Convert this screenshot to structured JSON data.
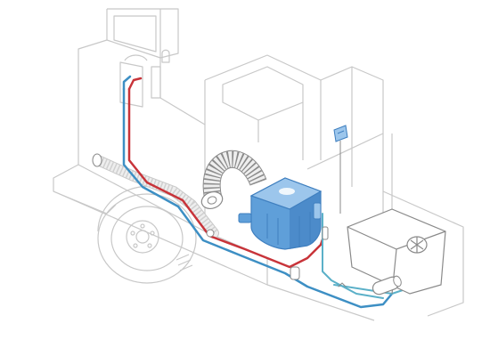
{
  "colors": {
    "background": "#ffffff",
    "outline": "#c8c8c8",
    "outline_dark": "#8a8a8a",
    "heater_blue": "#5f9fd9",
    "heater_blue_dark": "#3f7fbf",
    "heater_blue_light": "#9cc6ec",
    "pipe_red": "#c8343a",
    "pipe_blue": "#3d8fc4",
    "pipe_teal": "#5bb0c8",
    "duct_fill": "#eeeeee",
    "duct_stroke": "#7a7a7a",
    "flex_hose_stripe": "#d0d0d0"
  },
  "components": [
    {
      "name": "truck-body-outline",
      "icon": "truck-outline"
    },
    {
      "name": "cargo-box",
      "icon": "box-outline"
    },
    {
      "name": "rear-wheel",
      "icon": "wheel-outline"
    },
    {
      "name": "coolant-heater",
      "icon": "heater-unit"
    },
    {
      "name": "flexible-air-duct",
      "icon": "flex-duct"
    },
    {
      "name": "combustion-air-intake",
      "icon": "flex-hose"
    },
    {
      "name": "fuel-tank",
      "icon": "tank"
    },
    {
      "name": "fuel-pump",
      "icon": "fuel-pump"
    },
    {
      "name": "control-panel",
      "icon": "control-switch"
    },
    {
      "name": "supply-line",
      "icon": "red-pipe"
    },
    {
      "name": "return-line",
      "icon": "blue-pipe"
    },
    {
      "name": "fuel-line",
      "icon": "teal-pipe"
    }
  ]
}
